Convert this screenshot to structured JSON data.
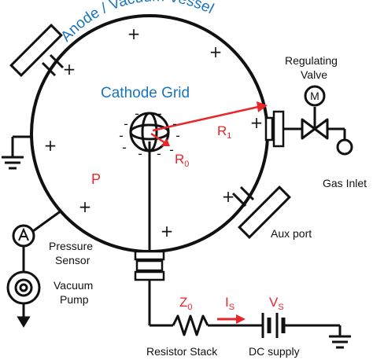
{
  "colors": {
    "label_blue": "#1a75bc",
    "accent_red": "#e8262b",
    "stroke": "#111111"
  },
  "labels": {
    "vessel": "Anode / Vacuum Vessel",
    "cathode": "Cathode Grid",
    "radius_outer": "R",
    "radius_outer_sub": "1",
    "radius_inner": "R",
    "radius_inner_sub": "0",
    "pressure_symbol": "P",
    "valve_1": "Regulating",
    "valve_2": "Valve",
    "valve_icon": "M",
    "gas_inlet": "Gas Inlet",
    "aux_port": "Aux port",
    "pressure_sensor_1": "Pressure",
    "pressure_sensor_2": "Sensor",
    "vacuum_pump_1": "Vacuum",
    "vacuum_pump_2": "Pump",
    "impedance": "Z",
    "impedance_sub": "0",
    "current": "I",
    "current_sub": "S",
    "voltage": "V",
    "voltage_sub": "S",
    "resistor_stack": "Resistor Stack",
    "dc_supply": "DC supply"
  },
  "charges": {
    "positive": "+",
    "negative": "-"
  },
  "icons": [
    "motor-valve-icon",
    "pressure-gauge-icon",
    "vacuum-pump-icon",
    "ground-icon",
    "resistor-icon",
    "battery-icon"
  ]
}
